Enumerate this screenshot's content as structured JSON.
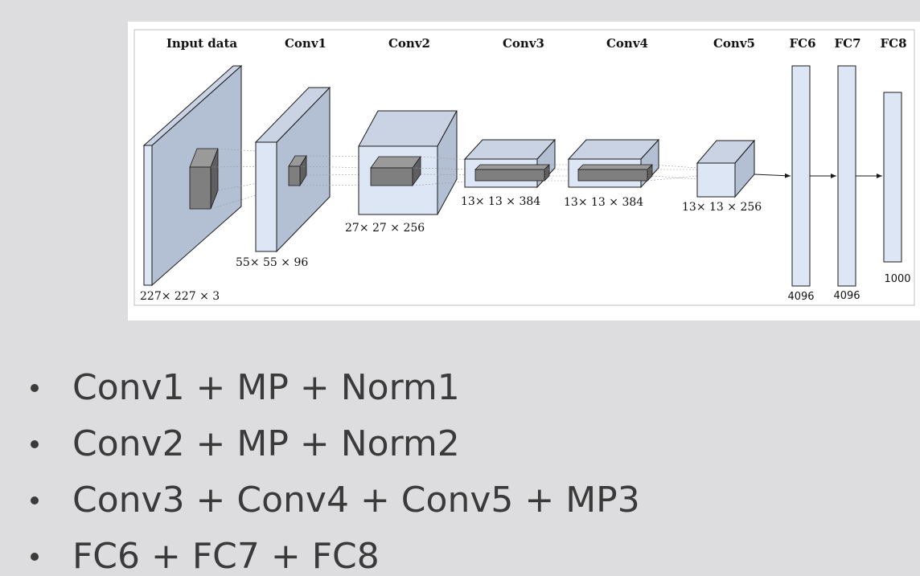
{
  "diagram": {
    "headers": {
      "input": "Input data",
      "conv1": "Conv1",
      "conv2": "Conv2",
      "conv3": "Conv3",
      "conv4": "Conv4",
      "conv5": "Conv5",
      "fc6": "FC6",
      "fc7": "FC7",
      "fc8": "FC8"
    },
    "dims": {
      "input": "227× 227 × 3",
      "conv1": "55× 55 × 96",
      "conv2": "27× 27 × 256",
      "conv3": "13× 13 × 384",
      "conv4": "13× 13 × 384",
      "conv5": "13× 13 × 256",
      "fc6": "4096",
      "fc7": "4096",
      "fc8": "1000"
    },
    "colors": {
      "slab_front": "#dde6f5",
      "slab_side": "#b3bfd3",
      "slab_top": "#c9d3e4",
      "kernel_front": "#7f7f7f",
      "kernel_side": "#5f5f5f",
      "stroke": "#1a1a1a",
      "connector": "#9a9a9a"
    }
  },
  "bullets": [
    "Conv1 + MP + Norm1",
    "Conv2 + MP + Norm2",
    "Conv3 + Conv4 + Conv5 + MP3",
    "FC6 + FC7 + FC8"
  ]
}
